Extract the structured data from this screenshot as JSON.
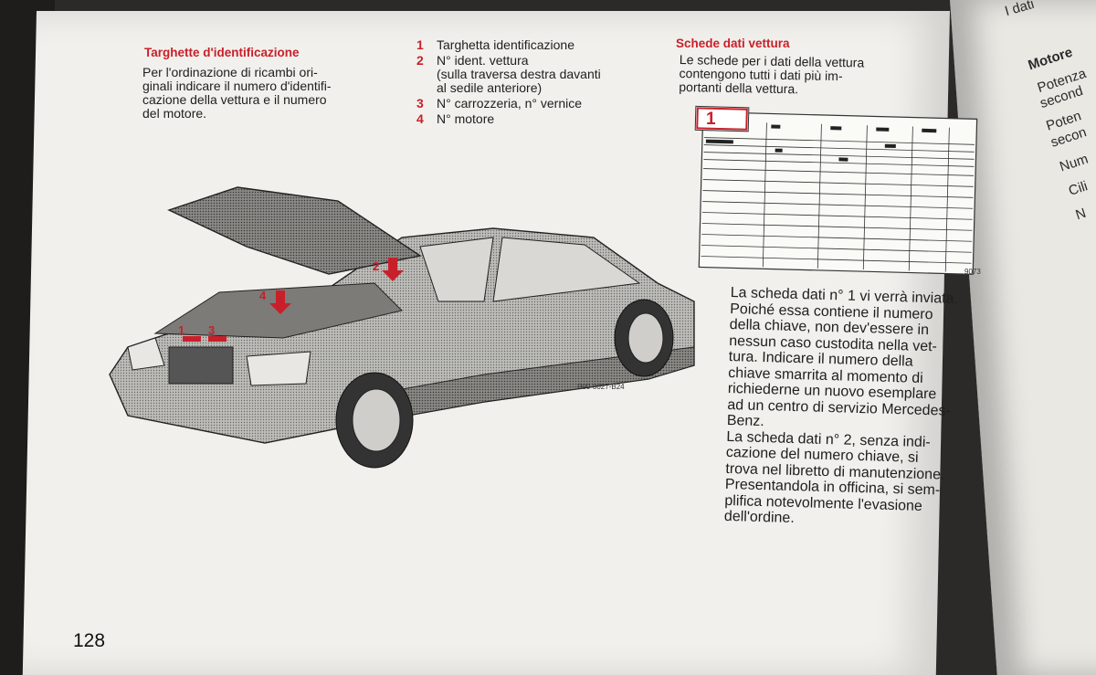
{
  "left_section": {
    "title": "Targhette d'identificazione",
    "body": "Per l'ordinazione di ricambi ori-\nginali indicare il numero d'identifi-\ncazione della vettura e il numero\ndel motore."
  },
  "legend": [
    {
      "num": "1",
      "text": "Targhetta identificazione"
    },
    {
      "num": "2",
      "text": "N° ident. vettura\n(sulla traversa destra davanti\nal sedile anteriore)"
    },
    {
      "num": "3",
      "text": "N° carrozzeria, n° vernice"
    },
    {
      "num": "4",
      "text": "N° motore"
    }
  ],
  "right_section": {
    "title": "Schede dati vettura",
    "body": "Le schede per i dati della vettura\ncontengono tutti i dati più im-\nportanti della vettura.",
    "main_text": "La scheda dati n° 1 vi verrà inviata.\nPoiché essa contiene il numero\ndella chiave, non dev'essere in\nnessun caso custodita nella vet-\ntura. Indicare il numero della\nchiave smarrita al momento di\nrichiederne un nuovo esemplare\nad un centro di servizio Mercedes-\nBenz.\nLa scheda dati n° 2, senza indi-\ncazione del numero chiave, si\ntrova nel libretto di manutenzione.\nPresentandola in officina, si sem-\nplifica notevolmente l'evasione\ndell'ordine."
  },
  "figures": {
    "car_code": "P00-0027-B24",
    "card_code": "9073",
    "card_label": "1",
    "car_labels": [
      "1",
      "3",
      "4",
      "2"
    ]
  },
  "page_number": "128",
  "facing_page": {
    "top": "I dati",
    "heading": "Motore",
    "lines": [
      "Potenza",
      "second",
      "Poten",
      "secon",
      "Num",
      "Cili",
      "N"
    ]
  },
  "colors": {
    "accent": "#c8202a",
    "paper": "#f1f0ec",
    "text": "#1e1e1e"
  }
}
